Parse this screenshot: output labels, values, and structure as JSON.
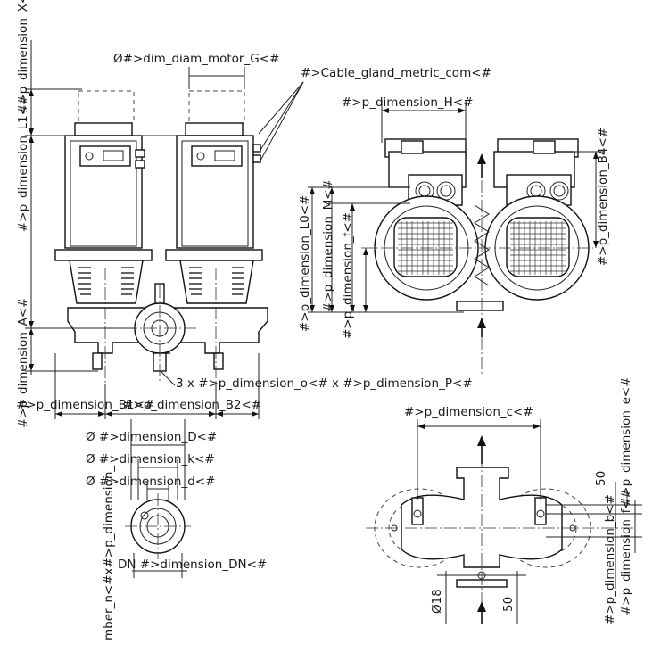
{
  "labels": {
    "dim_X": "#>p_dimension_X<#",
    "dim_diam_motor_G": "Ø#>dim_diam_motor_G<#",
    "cable_gland": "#>Cable_gland_metric_com<#",
    "dim_H": "#>p_dimension_H<#",
    "dim_L1": "#>p_dimension_L1<#",
    "dim_A": "#>p_dimension_A<#",
    "dim_M": "#>p_dimension_M<#",
    "dim_L0": "#>p_dimension_L0<#",
    "dim_f": "#>p_dimension_f<#",
    "dim_B4": "#>p_dimension_B4<#",
    "dim_o_P": "3 x #>p_dimension_o<# x #>p_dimension_P<#",
    "dim_B1": "#>p_dimension_B1<#",
    "dim_B2": "#>p_dimension_B2<#",
    "dim_D": "Ø #>dimension_D<#",
    "dim_k": "Ø #>dimension_k<#",
    "dim_d": "Ø #>dimension_d<#",
    "dim_DN": "DN #>dimension_DN<#",
    "dim_number_n": "mber_n<#x#>p_dimension_",
    "dim_c": "#>p_dimension_c<#",
    "dim_e": "#>p_dimension_e<#",
    "dim_f2": "#>p_dimension_f<#",
    "fifty_top": "50",
    "fifty_bottom": "50",
    "diam18": "Ø18",
    "dim_b": "#>p_dimension_b<#"
  }
}
